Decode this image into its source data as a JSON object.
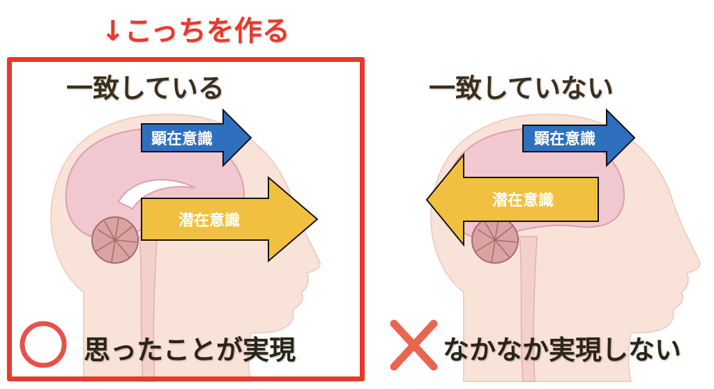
{
  "top_note": "↓こっちを作る",
  "left_panel": {
    "heading": "一致している",
    "conscious_label": "顕在意識",
    "subconscious_label": "潜在意識",
    "result_icon": "circle-icon",
    "result": "思ったことが実現"
  },
  "right_panel": {
    "heading": "一致していない",
    "conscious_label": "顕在意識",
    "subconscious_label": "潜在意識",
    "result_icon": "cross-icon",
    "result": "なかなか実現しない"
  },
  "colors": {
    "accent_red": "#e8392b",
    "conscious_blue": "#2f6fbf",
    "subconscious_yellow": "#f2c040",
    "cross": "#e8664f"
  }
}
